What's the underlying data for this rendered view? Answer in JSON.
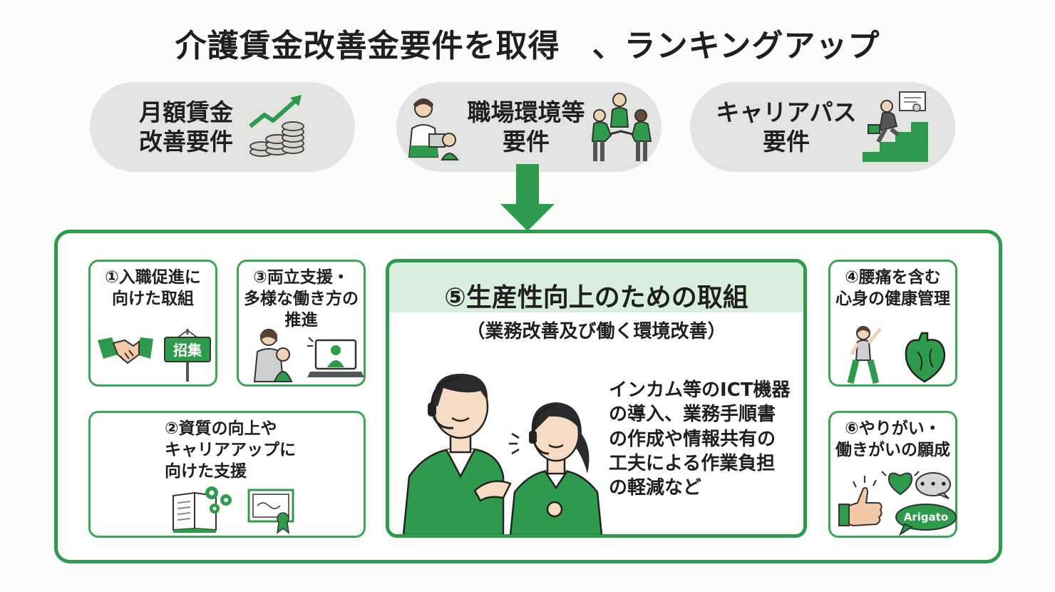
{
  "title": "介護賃金改善金要件を取得　、ランキングアップ",
  "requirements": [
    {
      "lines": [
        "月額賃金",
        "改善要件"
      ]
    },
    {
      "lines": [
        "職場環境等",
        "要件"
      ]
    },
    {
      "lines": [
        "キャリアパス",
        "要件"
      ]
    }
  ],
  "cards": {
    "c1": {
      "lines": [
        "①入職促進に",
        "向けた取組"
      ],
      "sign": "招集"
    },
    "c2": {
      "lines": [
        "②資質の向上や",
        "キャリアアップに",
        "向けた支援"
      ]
    },
    "c3": {
      "lines": [
        "③両立支援・",
        "多様な働き方の",
        "推進"
      ]
    },
    "c4": {
      "lines": [
        "④腰痛を含む",
        "心身の健康管理"
      ]
    },
    "c5": {
      "title": "⑤生産性向上のための取組",
      "subtitle": "（業務改善及び働く環境改善）",
      "desc": [
        "インカム等のICT機器",
        "の導入、業務手順書",
        "の作成や情報共有の",
        "工夫による作業負担",
        "の軽減など"
      ]
    },
    "c6": {
      "lines": [
        "⑥やりがい・",
        "働きがいの願成"
      ],
      "bubble": "Arigato",
      "dots": "• • •"
    }
  },
  "colors": {
    "accent": "#2e9a4b",
    "light_accent": "#d9eedc",
    "pill": "#e3e3e1"
  }
}
